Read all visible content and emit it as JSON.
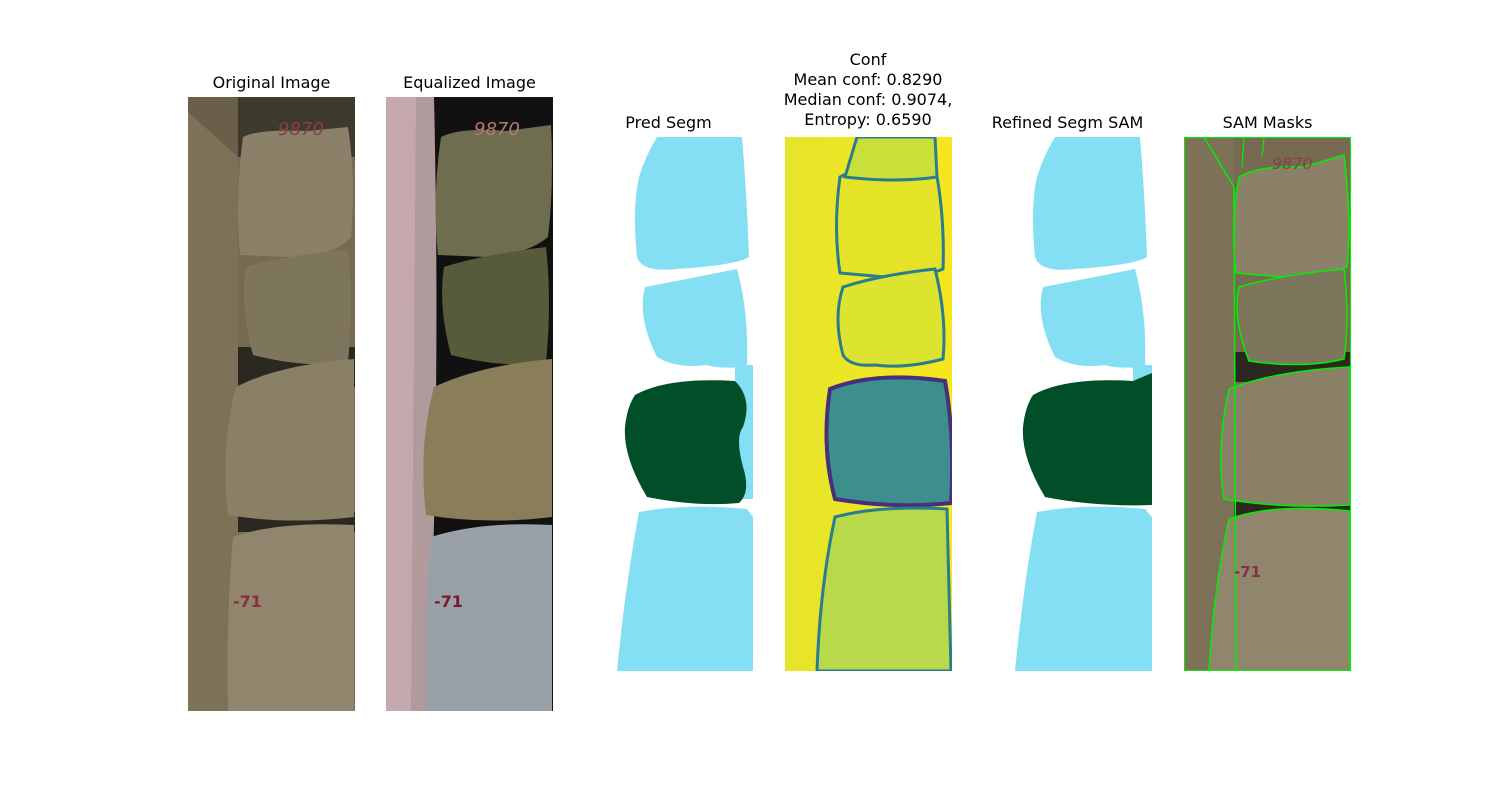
{
  "panels": {
    "original": {
      "title": "Original Image"
    },
    "equalized": {
      "title": "Equalized Image"
    },
    "pred": {
      "title": "Pred Segm"
    },
    "conf": {
      "title": "Conf",
      "mean": "Mean conf: 0.8290",
      "median": "Median conf: 0.9074,",
      "entropy": "Entropy: 0.6590"
    },
    "refined": {
      "title": "Refined Segm SAM"
    },
    "sam": {
      "title": "SAM Masks"
    }
  },
  "core_marks": {
    "top": "9870",
    "bottom": "-71"
  },
  "colors": {
    "segm_light": "#84dff4",
    "segm_dark": "#014f28",
    "conf_high": "#f2e51e",
    "conf_low": "#46307a",
    "sam_outline": "#00f000"
  }
}
